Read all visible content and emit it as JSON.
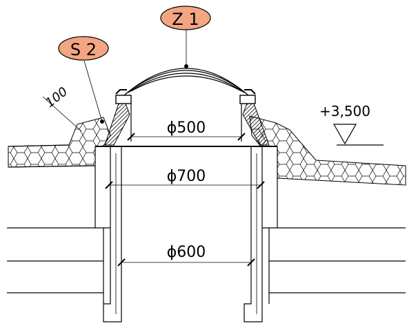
{
  "callouts": {
    "z1": {
      "label": "Z 1",
      "fill": "#f4a582"
    },
    "s2": {
      "label": "S 2",
      "fill": "#f4a582"
    }
  },
  "dimensions": {
    "slope_thickness": "100",
    "dome_opening": "ϕ500",
    "upstand_outer": "ϕ700",
    "shaft_inner": "ϕ600",
    "level": "+3,500"
  },
  "colors": {
    "line": "#000000",
    "callout_fill": "#f4a582"
  }
}
